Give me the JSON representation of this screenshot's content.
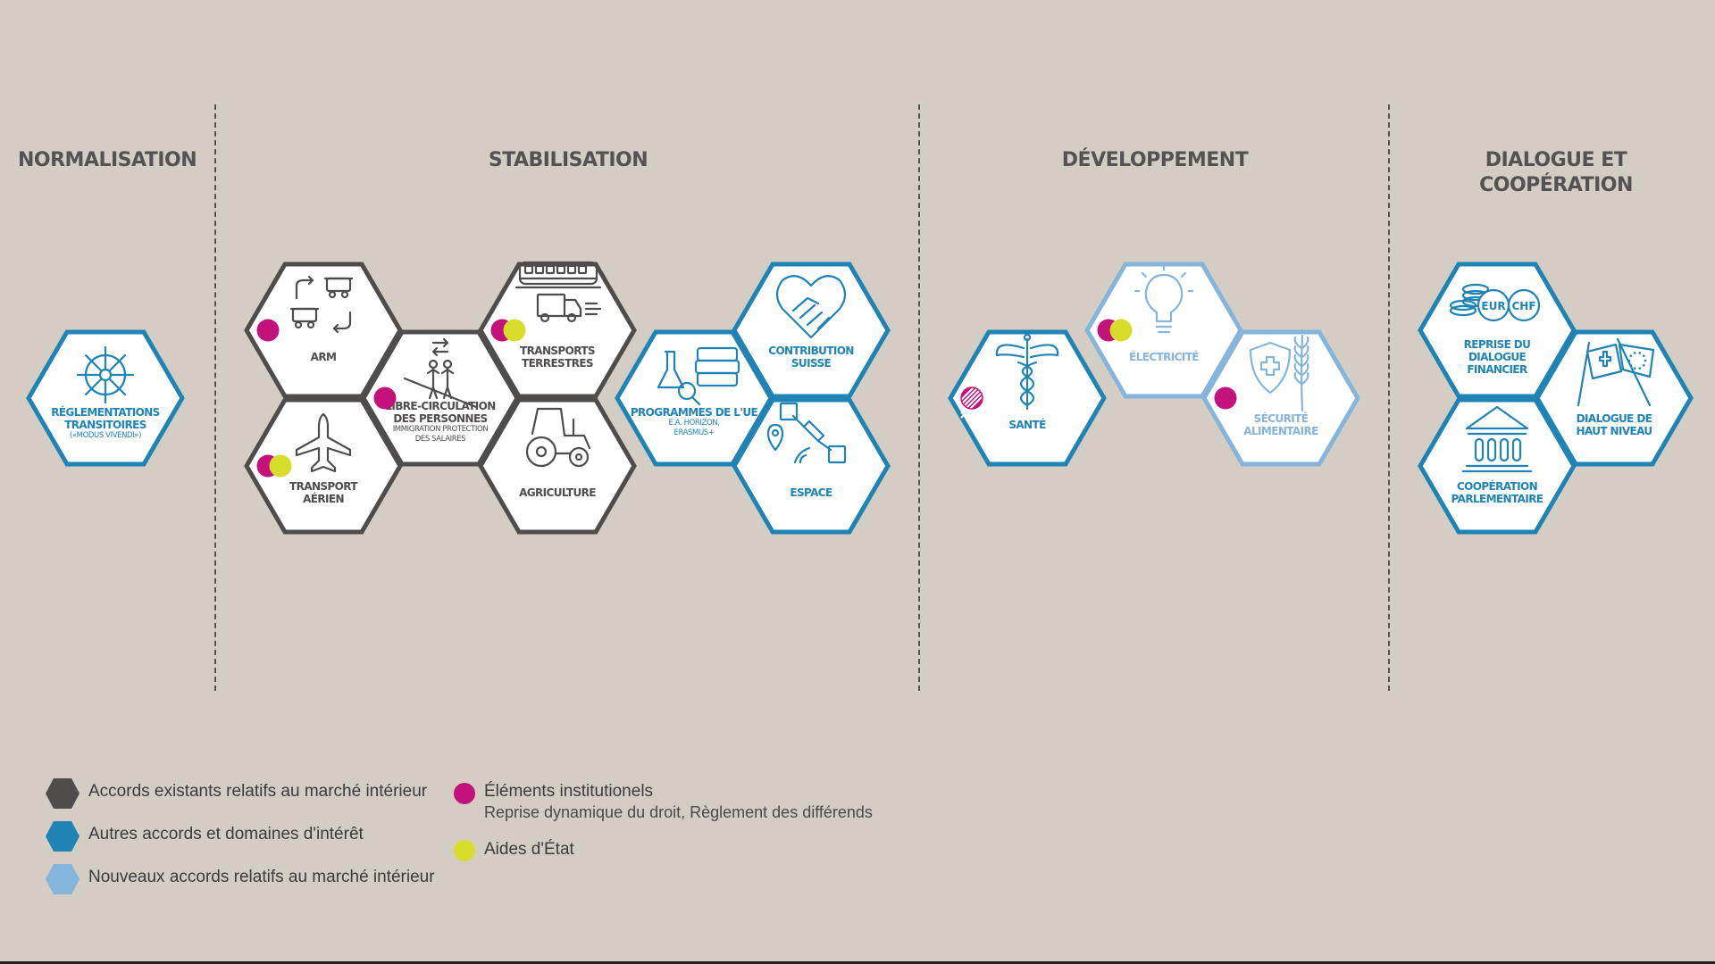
{
  "sections": [
    {
      "title": "NORMALISATION"
    },
    {
      "title": "STABILISATION"
    },
    {
      "title": "DÉVELOPPEMENT"
    },
    {
      "title": "DIALOGUE ET\nCOOPÉRATION"
    }
  ],
  "colors": {
    "background": "#d3cdc3",
    "existing": "#4f4c4c",
    "other": "#1f84b5",
    "new": "#86b5dc",
    "institutional": "#c4127c",
    "state_aid": "#d8dc2a"
  },
  "hexagons": [
    {
      "id": "reglementations",
      "type": "other",
      "icon": "ship-wheel-icon",
      "label": [
        "RÉGLEMENTATIONS",
        "TRANSITOIRES"
      ],
      "sub": [
        "(«MODUS VIVENDI»)"
      ],
      "dots": []
    },
    {
      "id": "arm",
      "type": "existing",
      "icon": "machines-exchange-icon",
      "label": [
        "ARM"
      ],
      "sub": [],
      "dots": [
        "institutional"
      ]
    },
    {
      "id": "transport-aerien",
      "type": "existing",
      "icon": "airplane-icon",
      "label": [
        "TRANSPORT",
        "AÉRIEN"
      ],
      "sub": [],
      "dots": [
        "institutional",
        "state_aid"
      ]
    },
    {
      "id": "libre-circulation",
      "type": "existing",
      "icon": "people-exchange-icon",
      "label": [
        "LIBRE-CIRCULATION",
        "DES PERSONNES"
      ],
      "sub": [
        "IMMIGRATION PROTECTION",
        "DES SALAIRES"
      ],
      "dots": [
        "institutional"
      ]
    },
    {
      "id": "transports-terrestres",
      "type": "existing",
      "icon": "train-truck-icon",
      "label": [
        "TRANSPORTS",
        "TERRESTRES"
      ],
      "sub": [],
      "dots": [
        "institutional",
        "state_aid"
      ]
    },
    {
      "id": "agriculture",
      "type": "existing",
      "icon": "tractor-icon",
      "label": [
        "AGRICULTURE"
      ],
      "sub": [],
      "dots": []
    },
    {
      "id": "programmes-ue",
      "type": "other",
      "icon": "research-books-icon",
      "label": [
        "PROGRAMMES DE L'UE"
      ],
      "sub": [
        "E.A. HORIZON,",
        "ERASMUS+"
      ],
      "dots": []
    },
    {
      "id": "contribution-suisse",
      "type": "other",
      "icon": "heart-handshake-icon",
      "label": [
        "CONTRIBUTION",
        "SUISSE"
      ],
      "sub": [],
      "dots": []
    },
    {
      "id": "espace",
      "type": "other",
      "icon": "satellite-icon",
      "label": [
        "ESPACE"
      ],
      "sub": [],
      "dots": []
    },
    {
      "id": "sante",
      "type": "other",
      "icon": "caduceus-icon",
      "label": [
        "SANTÉ"
      ],
      "sub": [],
      "dots": [
        "hatched"
      ]
    },
    {
      "id": "electricite",
      "type": "new",
      "icon": "lightbulb-icon",
      "label": [
        "ÉLECTRICITÉ"
      ],
      "sub": [],
      "dots": [
        "institutional",
        "state_aid"
      ]
    },
    {
      "id": "securite-alimentaire",
      "type": "new",
      "icon": "shield-wheat-icon",
      "label": [
        "SÉCURITÉ",
        "ALIMENTAIRE"
      ],
      "sub": [],
      "dots": [
        "institutional"
      ]
    },
    {
      "id": "reprise-dialogue",
      "type": "other",
      "icon": "coins-eur-chf-icon",
      "label": [
        "REPRISE DU",
        "DIALOGUE",
        "FINANCIER"
      ],
      "sub": [],
      "dots": []
    },
    {
      "id": "dialogue-haut-niveau",
      "type": "other",
      "icon": "flags-icon",
      "label": [
        "DIALOGUE DE",
        "HAUT NIVEAU"
      ],
      "sub": [],
      "dots": []
    },
    {
      "id": "cooperation-parlementaire",
      "type": "other",
      "icon": "parliament-icon",
      "label": [
        "COOPÉRATION",
        "PARLEMENTAIRE"
      ],
      "sub": [],
      "dots": []
    }
  ],
  "coin_labels": [
    "EUR",
    "CHF"
  ],
  "legend": {
    "existing": "Accords existants relatifs au marché intérieur",
    "other": "Autres accords et domaines d'intérêt",
    "new": "Nouveaux accords relatifs au marché intérieur",
    "institutional": "Éléments institutionels",
    "institutional_sub": "Reprise dynamique du droit, Règlement des différends",
    "state_aid": "Aides d'État"
  }
}
